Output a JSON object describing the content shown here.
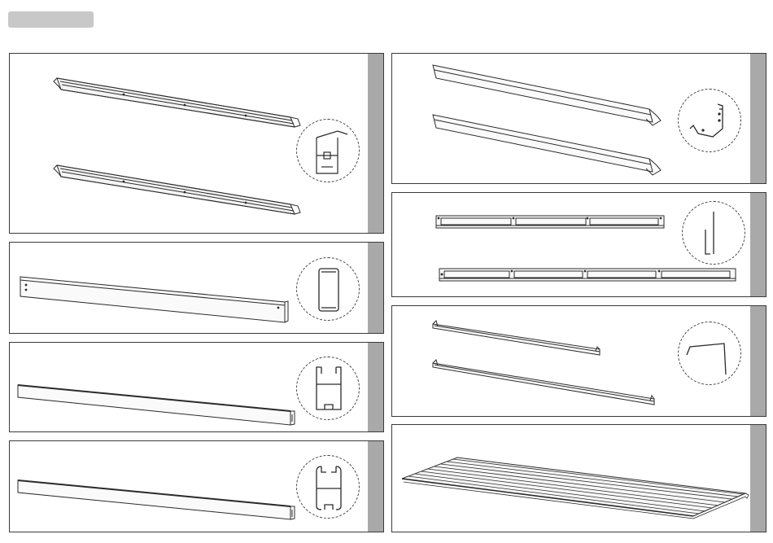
{
  "page": {
    "header_tab_label": ""
  },
  "colors": {
    "line": "#2a2a2a",
    "side_strip": "#a9a9a9",
    "header_tab": "#c8c8c8"
  },
  "panels": [
    {
      "id": "panel-eave-channel"
    },
    {
      "id": "panel-box-beam"
    },
    {
      "id": "panel-c-channel-beam"
    },
    {
      "id": "panel-split-channel-beam"
    },
    {
      "id": "panel-gutter-rail"
    },
    {
      "id": "panel-slotted-bar"
    },
    {
      "id": "panel-angle-bracket"
    },
    {
      "id": "panel-corrugated-sheet"
    }
  ]
}
